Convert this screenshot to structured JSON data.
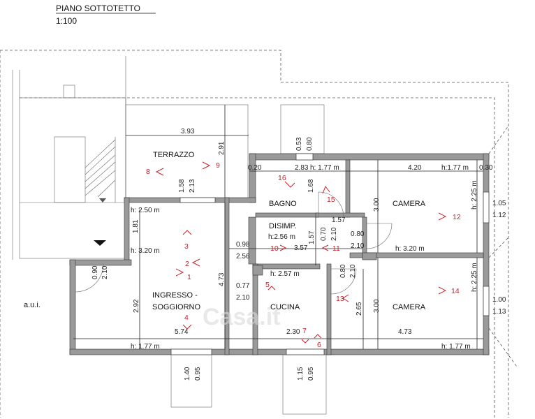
{
  "header": {
    "title": "PIANO SOTTOTETTO",
    "scale": "1:100"
  },
  "rooms": {
    "terrazzo": "TERRAZZO",
    "bagno": "BAGNO",
    "camera_top": "CAMERA",
    "disimp": "DISIMP.",
    "ingresso_l1": "INGRESSO -",
    "ingresso_l2": "SOGGIORNO",
    "cucina": "CUCINA",
    "camera_bottom": "CAMERA",
    "aui": "a.u.i."
  },
  "heights": {
    "bagno": "h: 1.77 m",
    "camera_top_left": "h:1.77 m",
    "ingresso_top": "h: 2.50 m",
    "ingresso_mid": "h: 3.20 m",
    "disimp": "h:2.56 m",
    "camera_top_ridge": "h: 3.20 m",
    "camera_top_right": "h: 2.25 m",
    "cucina": "h: 2.57 m",
    "camera_bottom_right": "h: 2.25 m",
    "bottom_left": "h: 1.77 m",
    "bottom_right": "h: 1.77 m"
  },
  "dimensions": {
    "terrazzo_width": "3.93",
    "terrazzo_height": "2.91",
    "terrazzo_window_w": "1.58",
    "terrazzo_window_h": "2.13",
    "top_window_w": "0.53",
    "top_window_h": "0.80",
    "bagno_width": "2.83",
    "wall_left": "0.20",
    "camera_top_width": "4.20",
    "wall_right": "0.30",
    "bagno_height": "1.68",
    "bagno_door": "1.57",
    "camera_top_height": "3.00",
    "right_window1_w": "1.05",
    "right_window1_h": "1.12",
    "ingresso_left": "1.81",
    "disimp_door_w": "0.70",
    "disimp_door_h": "2.10",
    "disimp_h2": "1.57",
    "camera_door_w": "0.80",
    "camera_door_h": "2.10",
    "entrance_door_w": "0.90",
    "entrance_door_h": "2.10",
    "opening_w": "0.98",
    "opening_h": "2.56",
    "disimp_width": "3.57",
    "ingresso_height": "4.73",
    "cucina_door_w": "0.80",
    "cucina_door_h": "2.10",
    "kitchen_opening_w": "0.77",
    "kitchen_opening_h": "2.10",
    "ingresso_left2": "2.92",
    "cucina_height": "2.65",
    "camera_bottom_height": "3.00",
    "right_window2_w": "1.00",
    "right_window2_h": "1.13",
    "ingresso_width": "5.74",
    "cucina_width": "2.30",
    "camera_bottom_width": "4.73",
    "bottom_window1_w": "1.40",
    "bottom_window1_h": "0.95",
    "bottom_window2_w": "1.15",
    "bottom_window2_h": "0.95"
  },
  "markers": [
    "1",
    "2",
    "3",
    "4",
    "5",
    "6",
    "7",
    "8",
    "9",
    "10",
    "11",
    "12",
    "13",
    "14",
    "15",
    "16"
  ],
  "watermark": "Casa.it"
}
